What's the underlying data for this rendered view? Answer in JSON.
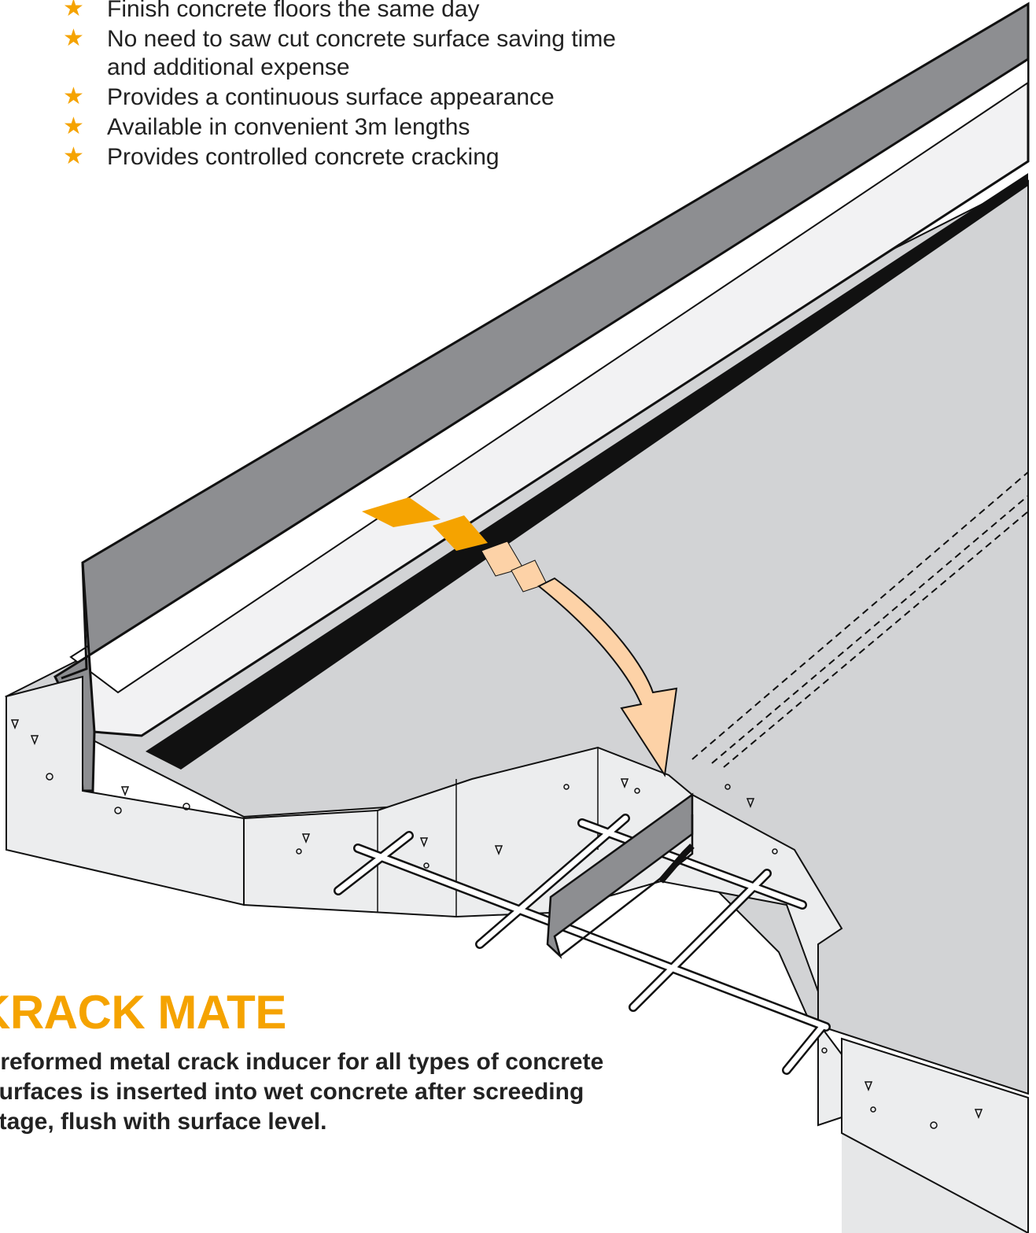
{
  "features": [
    "Finish concrete floors the same day",
    "No need to saw cut concrete surface saving time and additional expense",
    "Provides a continuous surface appearance",
    "Available in convenient 3m lengths",
    "Provides controlled concrete cracking"
  ],
  "bullet_icon": "star-icon",
  "product": {
    "title": "KRACK MATE",
    "description": "preformed metal crack inducer for all types of concrete surfaces is inserted into wet concrete after screeding stage, flush with surface level."
  },
  "colors": {
    "accent": "#F5A300",
    "text": "#222222",
    "metal_dark": "#8D8E91",
    "slab_surface": "#D2D3D5",
    "concrete_edge": "#ECEDEE",
    "arrow_fill": "#FDD2A7"
  }
}
